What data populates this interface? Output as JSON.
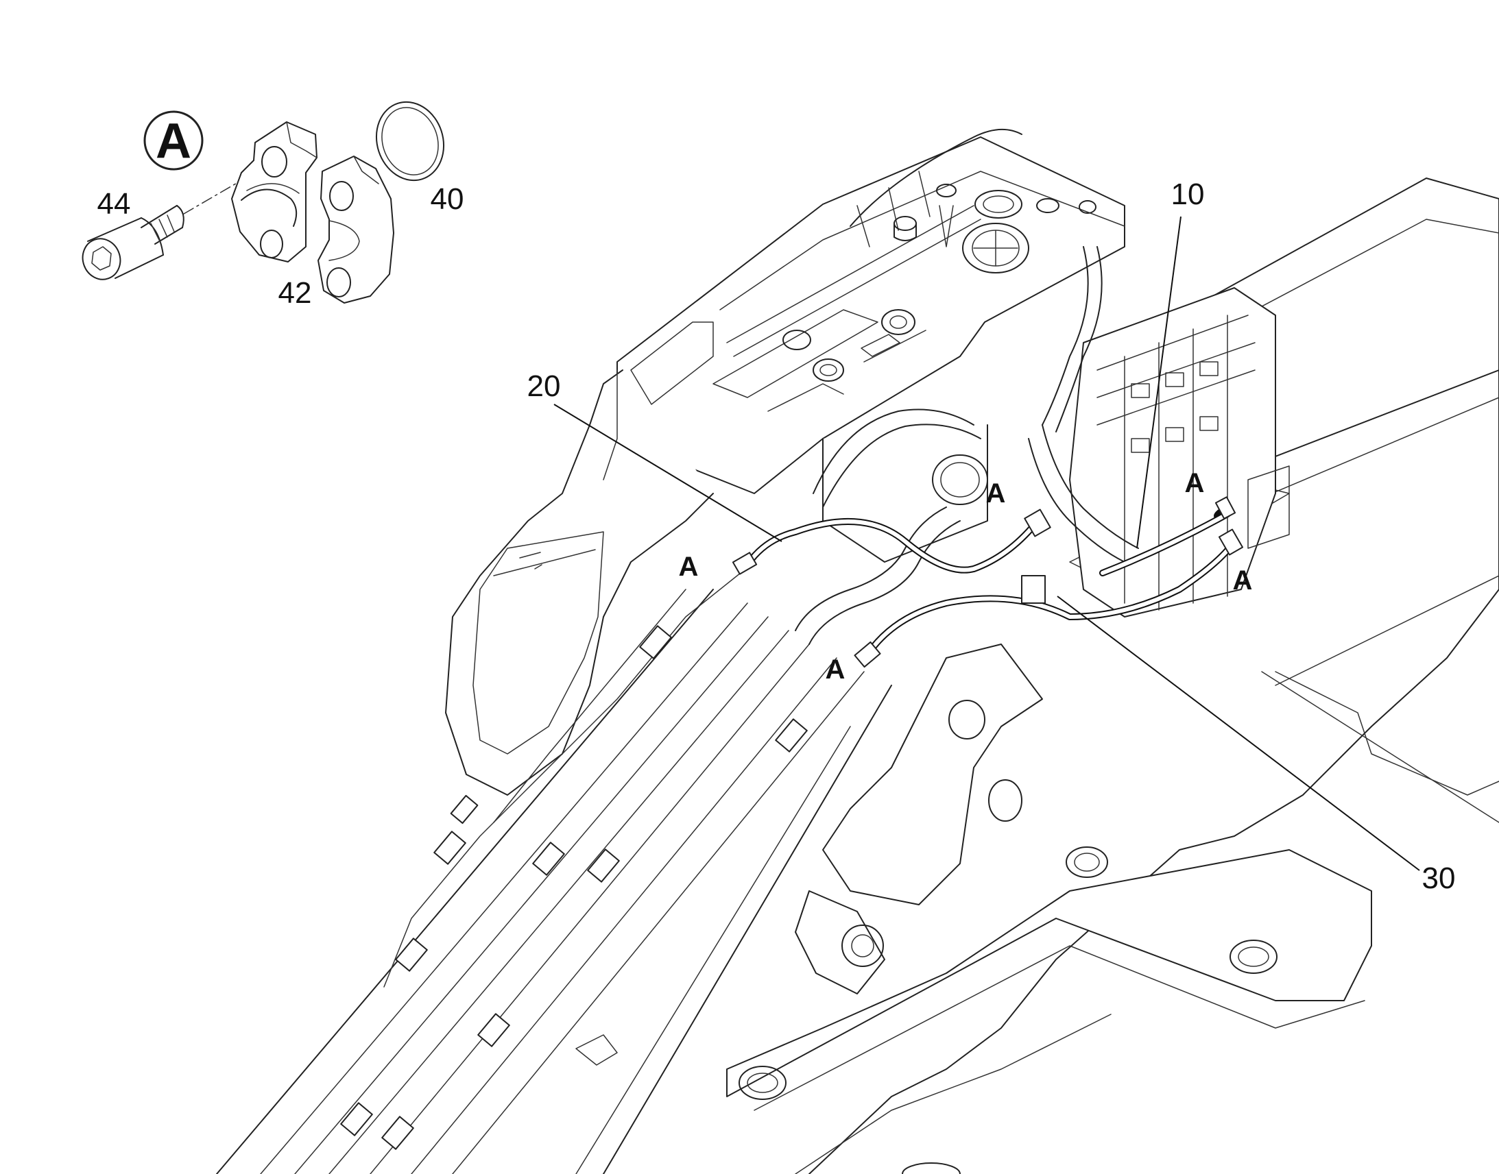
{
  "detail": {
    "marker": "A",
    "parts": {
      "bolt": "44",
      "flange_half": "42",
      "o_ring": "40"
    }
  },
  "callouts": {
    "hose_10": "10",
    "hose_20": "20",
    "hose_30": "30"
  },
  "connection_markers": [
    {
      "label": "A"
    },
    {
      "label": "A"
    },
    {
      "label": "A"
    },
    {
      "label": "A"
    },
    {
      "label": "A"
    }
  ]
}
